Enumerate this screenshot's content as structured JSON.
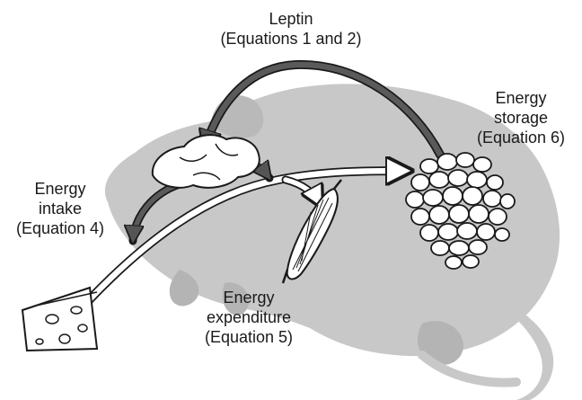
{
  "labels": {
    "leptin": {
      "line1": "Leptin",
      "line2": "(Equations 1 and 2)"
    },
    "storage": {
      "line1": "Energy",
      "line2": "storage",
      "line3": "(Equation 6)"
    },
    "intake": {
      "line1": "Energy",
      "line2": "intake",
      "line3": "(Equation 4)"
    },
    "expenditure": {
      "line1": "Energy",
      "line2": "expenditure",
      "line3": "(Equation 5)"
    }
  },
  "colors": {
    "mouse": "#c8c8c8",
    "mouse_shadow": "#b4b4b4",
    "arrow_fill": "#ffffff",
    "arrow_stroke": "#1a1a1a",
    "dark_arrow": "#555555",
    "text": "#1a1a1a"
  },
  "icons": [
    "mouse-silhouette",
    "cheese-icon",
    "brain-icon",
    "muscle-icon",
    "fat-cells-icon"
  ]
}
